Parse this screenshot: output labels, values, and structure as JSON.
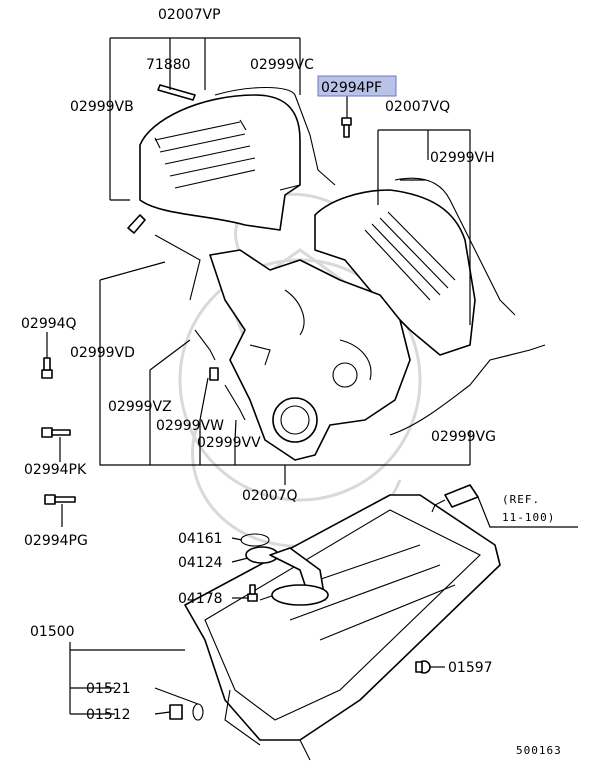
{
  "diagram": {
    "labels": {
      "l02007VP": "02007VP",
      "l71880": "71880",
      "l02999VC": "02999VC",
      "l02994PF": "02994PF",
      "l02999VB": "02999VB",
      "l02007VQ": "02007VQ",
      "l02999VH": "02999VH",
      "l02994Q": "02994Q",
      "l02999VD": "02999VD",
      "l02999VZ": "02999VZ",
      "l02999VW": "02999VW",
      "l02999VV": "02999VV",
      "l02999VG": "02999VG",
      "l02994PK": "02994PK",
      "l02007Q": "02007Q",
      "l02994PG": "02994PG",
      "ref1": "(REF.",
      "ref2": "11-100)",
      "l04161": "04161",
      "l04124": "04124",
      "l04178": "04178",
      "l01500": "01500",
      "l01521": "01521",
      "l01512": "01512",
      "l01597": "01597",
      "diagram_number": "500163"
    },
    "highlighted_part": "02994PF",
    "highlight_color": "#b9c3ea"
  }
}
